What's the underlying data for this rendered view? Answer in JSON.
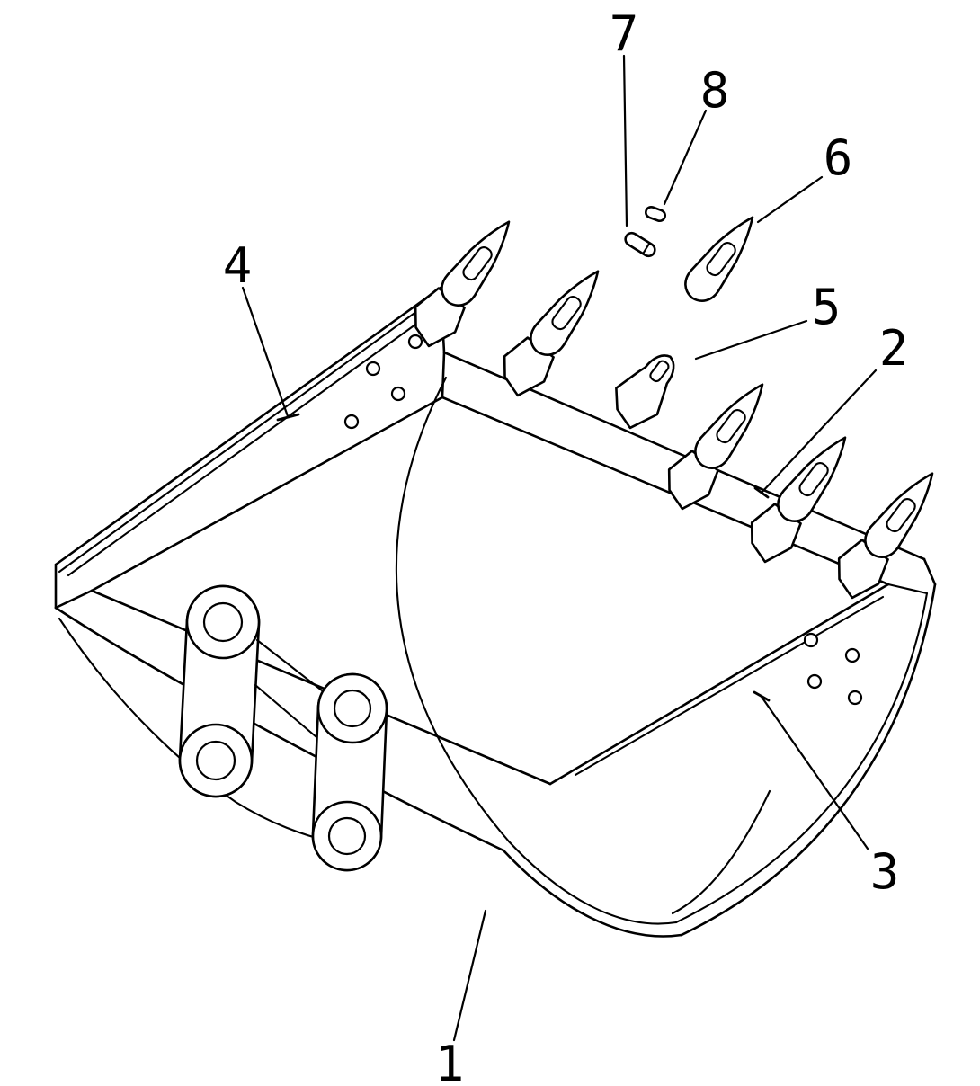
{
  "diagram": {
    "callouts": {
      "c1": "1",
      "c2": "2",
      "c3": "3",
      "c4": "4",
      "c5": "5",
      "c6": "6",
      "c7": "7",
      "c8": "8"
    }
  },
  "colors": {
    "line": "#000000",
    "background": "#ffffff"
  }
}
